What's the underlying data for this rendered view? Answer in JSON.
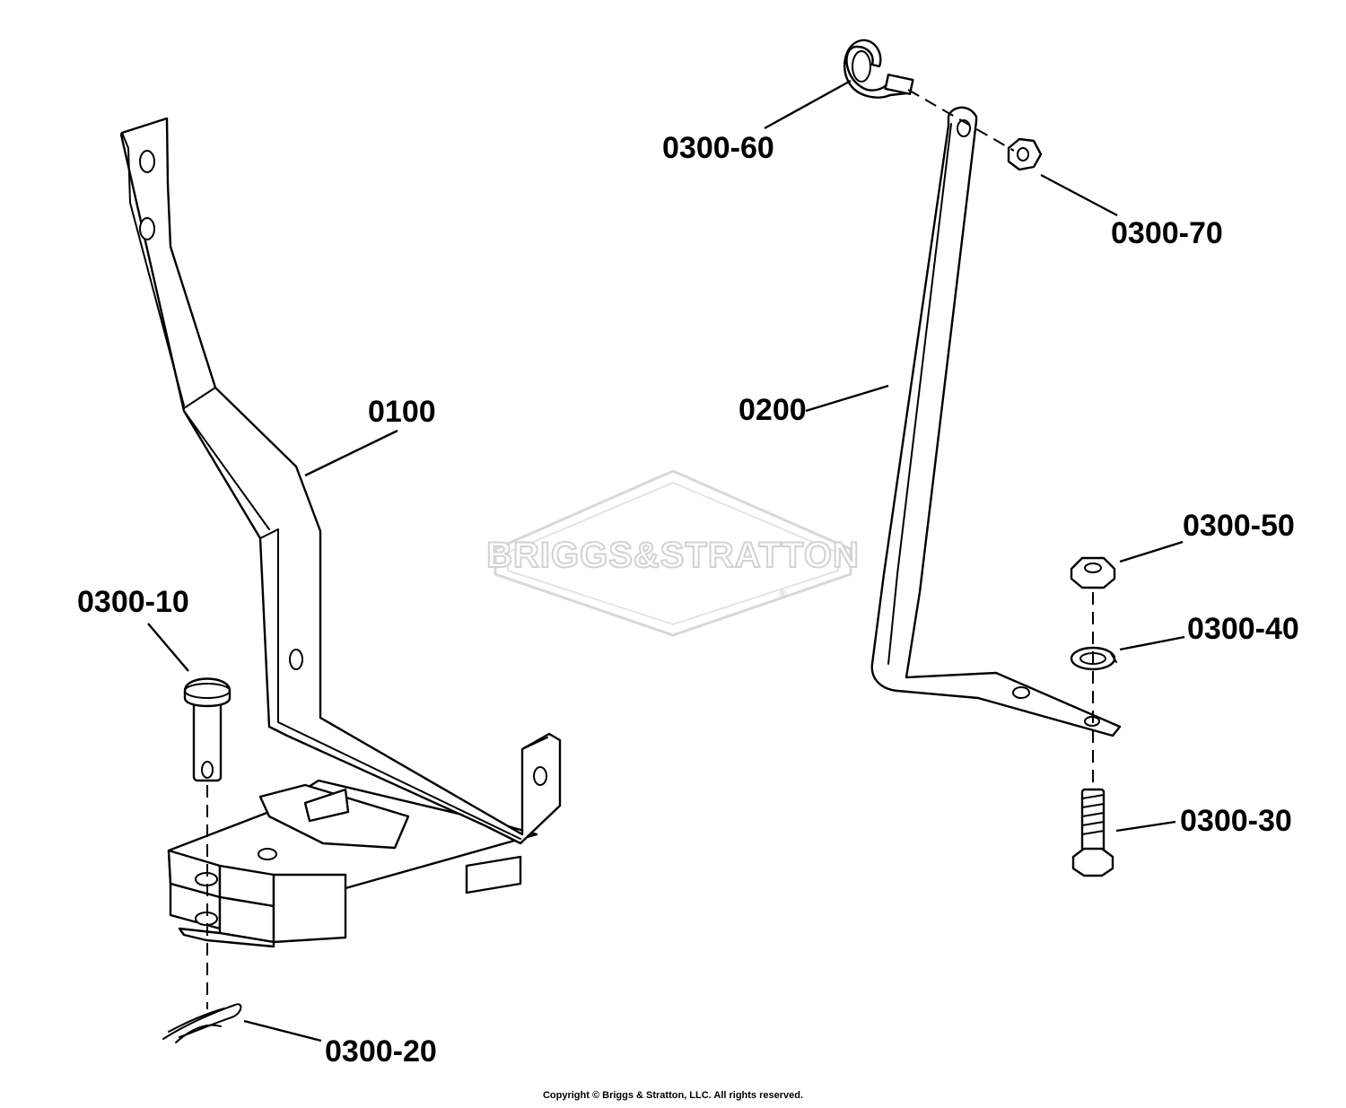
{
  "watermark": {
    "brand_text": "BRIGGS&STRATTON",
    "registered_mark": "®",
    "color": "#d2d2d2"
  },
  "callouts": {
    "p0100": "0100",
    "p0200": "0200",
    "p0300_10": "0300-10",
    "p0300_20": "0300-20",
    "p0300_30": "0300-30",
    "p0300_40": "0300-40",
    "p0300_50": "0300-50",
    "p0300_60": "0300-60",
    "p0300_70": "0300-70"
  },
  "footer": {
    "copyright": "Copyright © Briggs & Stratton, LLC. All rights reserved."
  }
}
